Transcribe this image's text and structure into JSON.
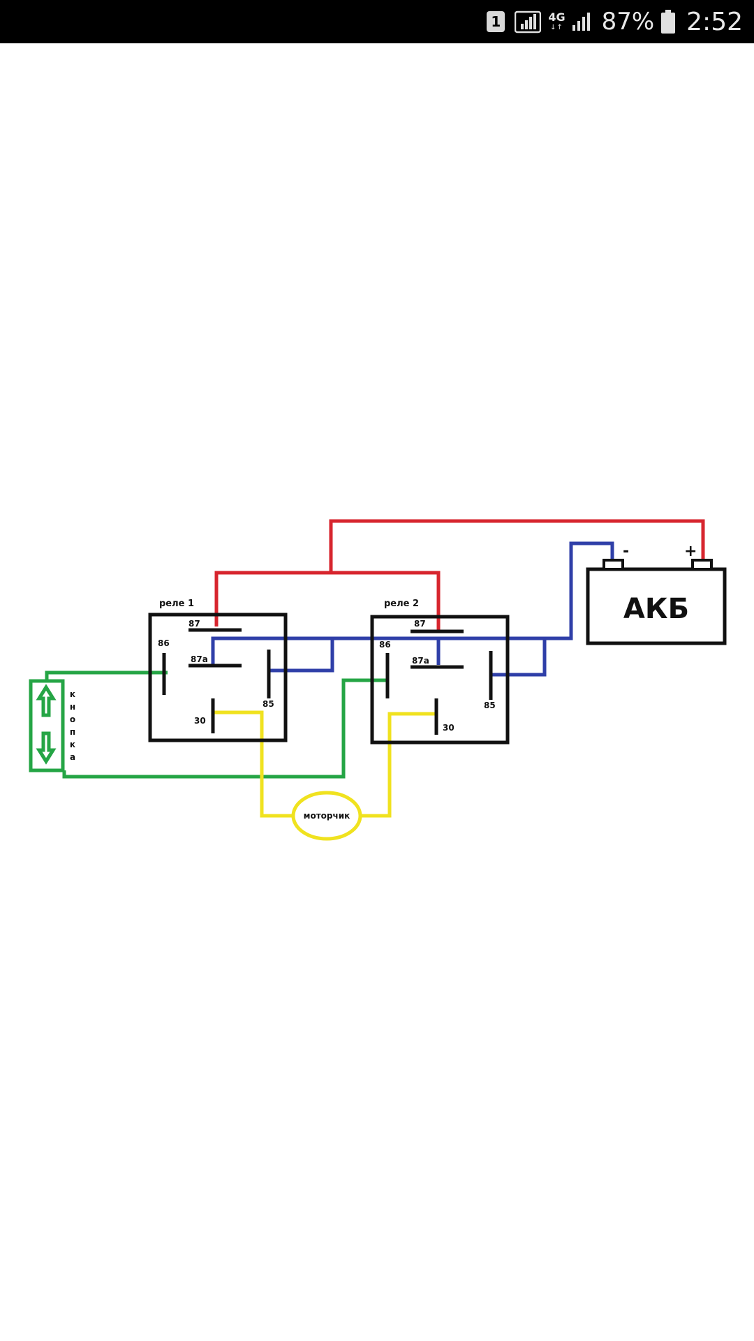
{
  "status_bar": {
    "sim_slot": "1",
    "network_type": "4G",
    "network_arrows": "↓↑",
    "battery_percent": "87%",
    "time": "2:52"
  },
  "diagram": {
    "relay1": {
      "title": "реле 1",
      "pin_87": "87",
      "pin_87a": "87a",
      "pin_86": "86",
      "pin_85": "85",
      "pin_30": "30"
    },
    "relay2": {
      "title": "реле 2",
      "pin_87": "87",
      "pin_87a": "87a",
      "pin_86": "86",
      "pin_85": "85",
      "pin_30": "30"
    },
    "battery": {
      "label": "АКБ",
      "minus": "-",
      "plus": "+"
    },
    "motor_label": "моторчик",
    "button_letters": [
      "к",
      "н",
      "о",
      "п",
      "к",
      "а"
    ],
    "wire_colors": {
      "plus": "#d7252e",
      "minus": "#2f3fa8",
      "control": "#25a545",
      "motor": "#f0e21f"
    }
  }
}
